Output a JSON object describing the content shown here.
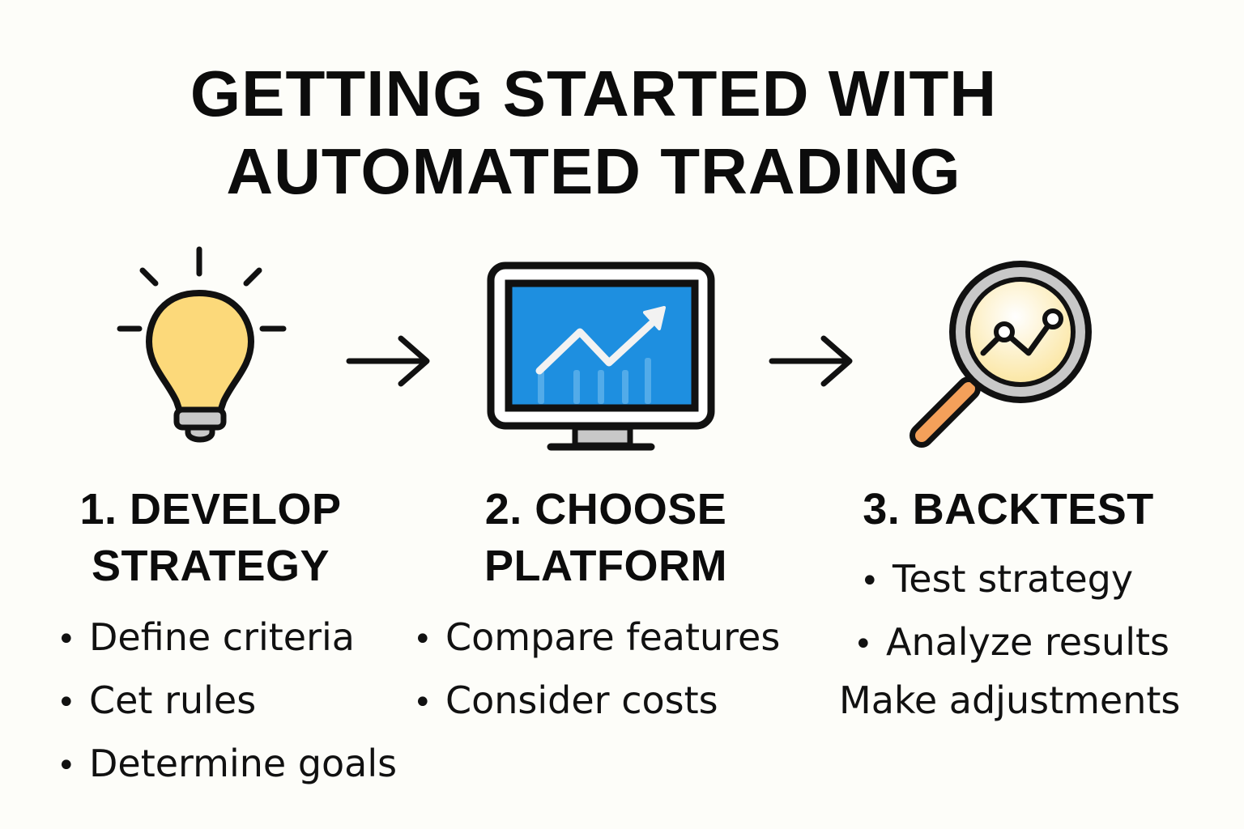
{
  "title": {
    "line1": "GETTING STARTED WITH",
    "line2": "AUTOMATED TRADING"
  },
  "colors": {
    "background": "#fdfdf9",
    "text": "#0c0c0c",
    "bulb_fill": "#fcd97a",
    "screen_blue": "#1e8fe0",
    "lens_fill": "#fbefbc",
    "handle_orange": "#f4a05a",
    "gray_accent": "#c8c8c8"
  },
  "bullet_glyph": "•",
  "steps": [
    {
      "icon": "lightbulb-icon",
      "heading_line1": "1. DEVELOP",
      "heading_line2": "STRATEGY",
      "bullets": [
        "Define criteria",
        "Cet rules",
        "Determine goals"
      ]
    },
    {
      "icon": "monitor-chart-icon",
      "heading_line1": "2. CHOOSE",
      "heading_line2": "PLATFORM",
      "bullets": [
        "Compare features",
        "Consider costs"
      ]
    },
    {
      "icon": "magnifier-chart-icon",
      "heading_line1": "3. BACKTEST",
      "bullets": [
        "Test strategy",
        "Analyze results"
      ],
      "trailing_line": "Make adjustments"
    }
  ],
  "connectors": [
    "arrow-right-icon",
    "arrow-right-icon"
  ]
}
